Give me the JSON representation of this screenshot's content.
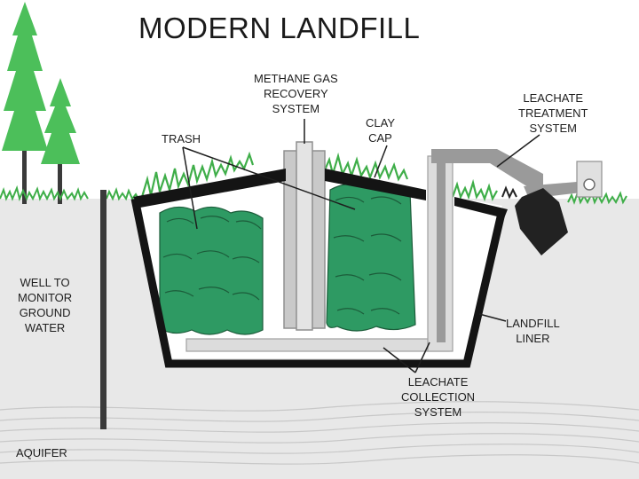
{
  "title": "MODERN LANDFILL",
  "labels": {
    "methane": [
      "METHANE GAS",
      "RECOVERY",
      "SYSTEM"
    ],
    "trash": [
      "TRASH"
    ],
    "clay_cap": [
      "CLAY",
      "CAP"
    ],
    "leachate_treatment": [
      "LEACHATE",
      "TREATMENT",
      "SYSTEM"
    ],
    "well": [
      "WELL TO",
      "MONITOR",
      "GROUND",
      "WATER"
    ],
    "landfill_liner": [
      "LANDFILL",
      "LINER"
    ],
    "leachate_collection": [
      "LEACHATE",
      "COLLECTION",
      "SYSTEM"
    ],
    "aquifer": [
      "AQUIFER"
    ]
  },
  "colors": {
    "ground": "#e8e8e8",
    "grass": "#3fae49",
    "tree": "#4cbf5a",
    "trash": "#2e9a63",
    "liner": "#141414",
    "pipe": "#c9c9c9",
    "pipe_dark": "#8f8f8f",
    "tank": "#222222"
  },
  "icons": [
    "tree-icon",
    "grass-icon",
    "trash-pile-icon",
    "treatment-tank-icon"
  ]
}
